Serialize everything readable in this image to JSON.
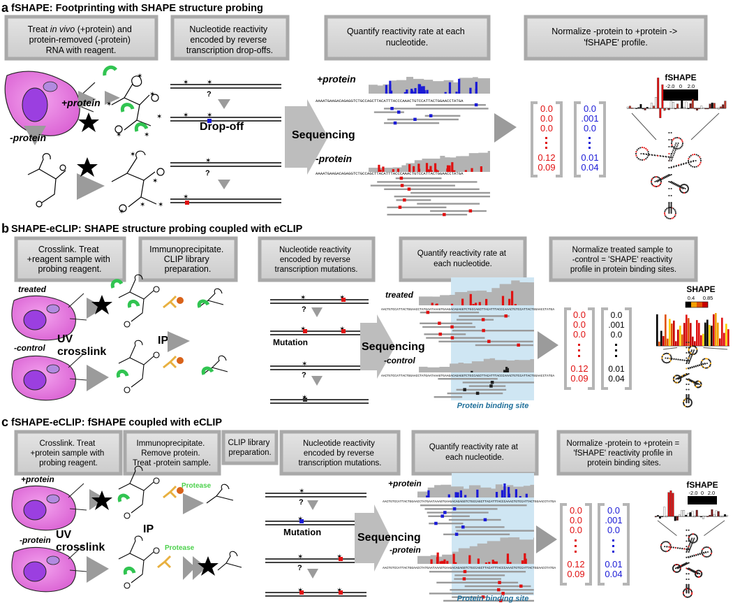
{
  "panel_a": {
    "letter": "a",
    "title": "fSHAPE: Footprinting with SHAPE structure probing",
    "boxes": [
      "Treat in vivo (+protein) and protein-removed (-protein) RNA with reagent.",
      "Nucleotide reactivity encoded by reverse transcription drop-offs.",
      "Quantify reactivity rate at each nucleotide.",
      "Normalize -protein to +protein -> 'fSHAPE' profile."
    ],
    "cond_plus": "+protein",
    "cond_minus": "-protein",
    "dropoff": "Drop-off",
    "sequencing": "Sequencing",
    "seq_text": "AAAATGAAGACAGAGGTCTGCCAGCTTACATTTACCCAAACTGTCCATTACTGGAACCTATGA",
    "values_red": [
      "0.0",
      "0.0",
      "0.0",
      "0.12",
      "0.09"
    ],
    "values_blue": [
      "0.0",
      ".001",
      "0.0",
      "0.01",
      "0.04"
    ],
    "legend_title": "fSHAPE",
    "legend_ticks": [
      "-2.0",
      "0",
      "2.0"
    ]
  },
  "panel_b": {
    "letter": "b",
    "title": "SHAPE-eCLIP: SHAPE structure probing coupled with eCLIP",
    "boxes": [
      "Crosslink. Treat +reagent sample with probing reagent.",
      "Immunoprecipitate. CLIP library preparation.",
      "Nucleotide reactivity encoded by reverse transcription mutations.",
      "Quantify reactivity rate at each nucleotide.",
      "Normalize treated sample to -control = 'SHAPE' reactivity profile in protein binding sites."
    ],
    "cond_treated": "treated",
    "cond_control": "-control",
    "uv": "UV crosslink",
    "ip": "IP",
    "mutation": "Mutation",
    "sequencing": "Sequencing",
    "binding_site": "Protein binding site",
    "seq_text": "AACTGTCCATTACTGGAACCTATGAATAAAGTGAAGACAGAGGTCTGCCAGCTTACATTTACCCAAACTGTCCATTACTGGAACCTATGA",
    "values_red": [
      "0.0",
      "0.0",
      "0.0",
      "0.12",
      "0.09"
    ],
    "values_black": [
      "0.0",
      ".001",
      "0.0",
      "0.01",
      "0.04"
    ],
    "legend_title": "SHAPE",
    "legend_ticks": [
      "0.4",
      "0.85"
    ]
  },
  "panel_c": {
    "letter": "c",
    "title": "fSHAPE-eCLIP: fSHAPE coupled with eCLIP",
    "boxes": [
      "Crosslink. Treat +protein sample with probing reagent.",
      "Immunoprecipitate. Remove protein. Treat -protein sample.",
      "CLIP library preparation.",
      "Nucleotide reactivity encoded by reverse transcription mutations.",
      "Quantify reactivity rate at each nucleotide.",
      "Normalize -protein to +protein = 'fSHAPE' reactivity profile in protein binding sites."
    ],
    "cond_plus": "+protein",
    "cond_minus": "-protein",
    "uv": "UV crosslink",
    "ip": "IP",
    "protease": "Protease",
    "mutation": "Mutation",
    "sequencing": "Sequencing",
    "binding_site": "Protein binding site",
    "values_red": [
      "0.0",
      "0.0",
      "0.0",
      "0.12",
      "0.09"
    ],
    "values_blue": [
      "0.0",
      ".001",
      "0.0",
      "0.01",
      "0.04"
    ],
    "legend_title": "fSHAPE",
    "legend_ticks": [
      "-2.0",
      "0",
      "2.0"
    ]
  },
  "colors": {
    "box_fill": "#d3d3d3",
    "box_border": "#a9a9a9",
    "cell": "#e26ad8",
    "nucleus": "#9b3fe0",
    "reactive_red": "#e01010",
    "reactive_blue": "#1a1ad6",
    "binding_bg": "#cfe6f3",
    "protein_green": "#31c451",
    "antibody_orange": "#e8b040"
  }
}
